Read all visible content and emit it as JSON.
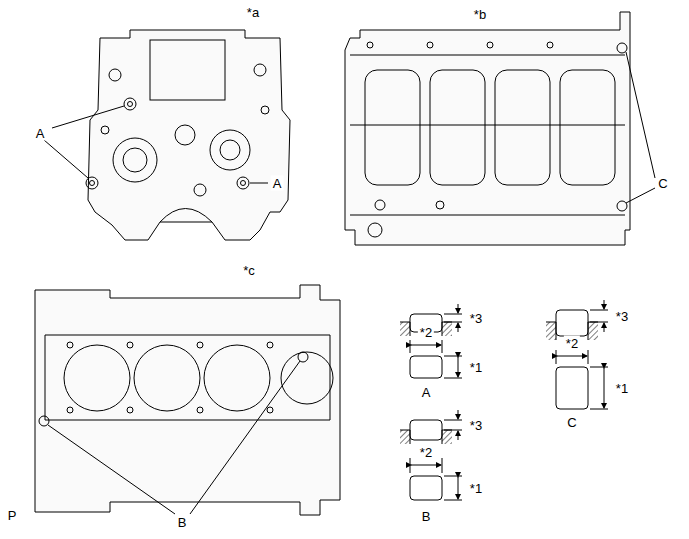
{
  "diagram": {
    "labels": [
      "*a",
      "A",
      "A",
      "*b",
      "C",
      "*c",
      "B",
      "*3",
      "*2",
      "*1",
      "A",
      "*3",
      "*2",
      "*1",
      "C",
      "*3",
      "*2",
      "*1",
      "B",
      "P"
    ]
  }
}
